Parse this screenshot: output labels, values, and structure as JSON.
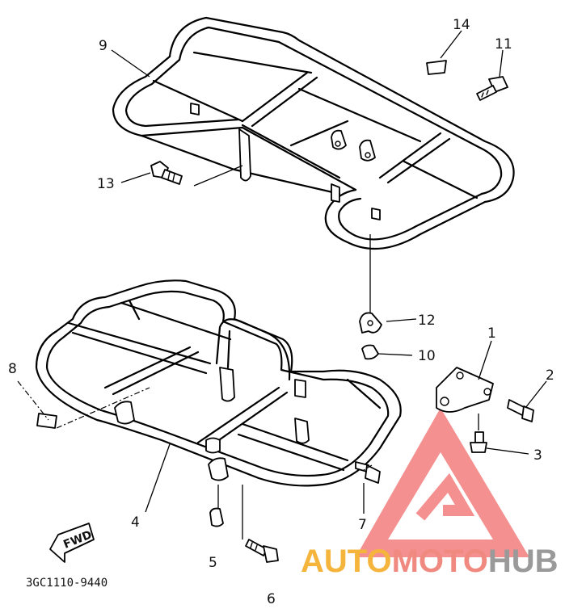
{
  "callouts": [
    {
      "id": "1",
      "text": "1"
    },
    {
      "id": "2",
      "text": "2"
    },
    {
      "id": "3",
      "text": "3"
    },
    {
      "id": "4",
      "text": "4"
    },
    {
      "id": "5",
      "text": "5"
    },
    {
      "id": "6",
      "text": "6"
    },
    {
      "id": "7",
      "text": "7"
    },
    {
      "id": "8",
      "text": "8"
    },
    {
      "id": "9",
      "text": "9"
    },
    {
      "id": "10",
      "text": "10"
    },
    {
      "id": "11",
      "text": "11"
    },
    {
      "id": "12",
      "text": "12"
    },
    {
      "id": "13",
      "text": "13"
    },
    {
      "id": "14",
      "text": "14"
    }
  ],
  "fwd_label": "FWD",
  "diagram_code": "3GC1110-9440",
  "watermark": {
    "part1": "AUTO",
    "part2": "MOTO",
    "part3": "HUB",
    "color1": "#f5b43c",
    "color2": "#f08a80",
    "color3": "#9a9a9a",
    "triangle_color": "#f26b6b"
  }
}
